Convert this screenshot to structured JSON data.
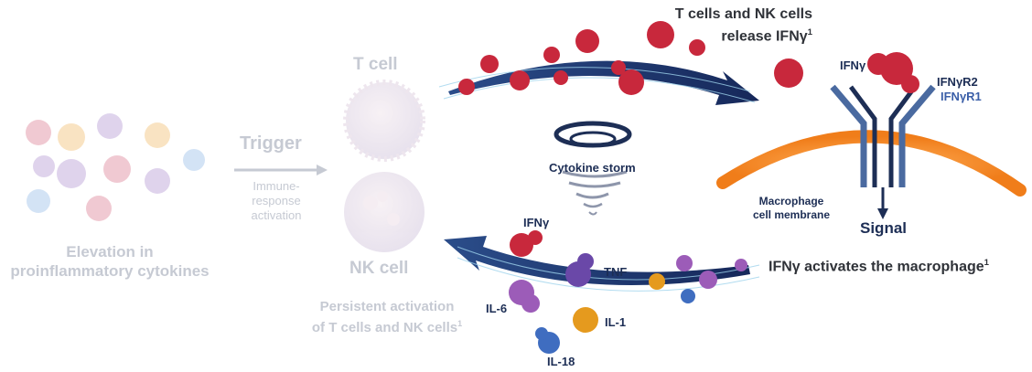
{
  "left": {
    "caption_line1": "Elevation in",
    "caption_line2": "proinflammatory cytokines"
  },
  "trigger": {
    "title": "Trigger",
    "sub_line1": "Immune-",
    "sub_line2": "response",
    "sub_line3": "activation"
  },
  "cells": {
    "t_cell": "T cell",
    "nk_cell": "NK cell",
    "persistent_line1": "Persistent activation",
    "persistent_line2": "of T cells and NK cells",
    "sup1": "1"
  },
  "top_text": {
    "line1": "T cells and NK cells",
    "line2": "release IFNγ",
    "sup": "1"
  },
  "storm": {
    "label": "Cytokine storm"
  },
  "receptor": {
    "ifng": "IFNγ",
    "r2": "IFNγR2",
    "r1": "IFNγR1",
    "membrane_line1": "Macrophage",
    "membrane_line2": "cell membrane",
    "signal": "Signal"
  },
  "bottom": {
    "ifng": "IFNγ",
    "tnf": "TNF",
    "il6": "IL-6",
    "il1": "IL-1",
    "il18": "IL-18",
    "activates": "IFNγ activates the macrophage",
    "sup": "1"
  },
  "colors": {
    "navy": "#1d2e55",
    "faded": "#c6cad3",
    "ifng_red": "#c8283c",
    "membrane_orange": "#f07d1a",
    "receptor_blue": "#4a6aa0"
  }
}
